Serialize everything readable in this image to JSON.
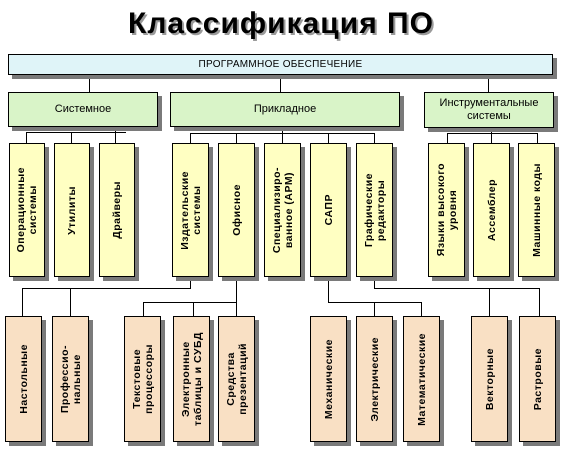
{
  "title": "Классификация ПО",
  "root": "ПРОГРАММНОЕ ОБЕСПЕЧЕНИЕ",
  "categories": {
    "system": "Системное",
    "applied": "Прикладное",
    "tools": "Инструментальные\nсистемы"
  },
  "system": {
    "os": "Операционные\nсистемы",
    "utilities": "Утилиты",
    "drivers": "Драйверы"
  },
  "applied": {
    "publishing": "Издательские\nсистемы",
    "office": "Офисное",
    "specialized": "Специализиро-\nванное (АРМ)",
    "cad": "САПР",
    "graphics": "Графические\nредакторы"
  },
  "tools": {
    "hll": "Языки высокого\nуровня",
    "assembler": "Ассемблер",
    "machine_codes": "Машинные коды"
  },
  "publishing": {
    "desktop": "Настольные",
    "professional": "Профессио-\nнальные"
  },
  "office": {
    "word_processors": "Текстовые\nпроцессоры",
    "spreadsheets": "Электронные\nтаблицы и СУБД",
    "presentations": "Средства\nпрезентаций"
  },
  "cad": {
    "mechanical": "Механические",
    "electrical": "Электрические",
    "mathematical": "Математические"
  },
  "graphics": {
    "vector": "Векторные",
    "raster": "Растровые"
  }
}
